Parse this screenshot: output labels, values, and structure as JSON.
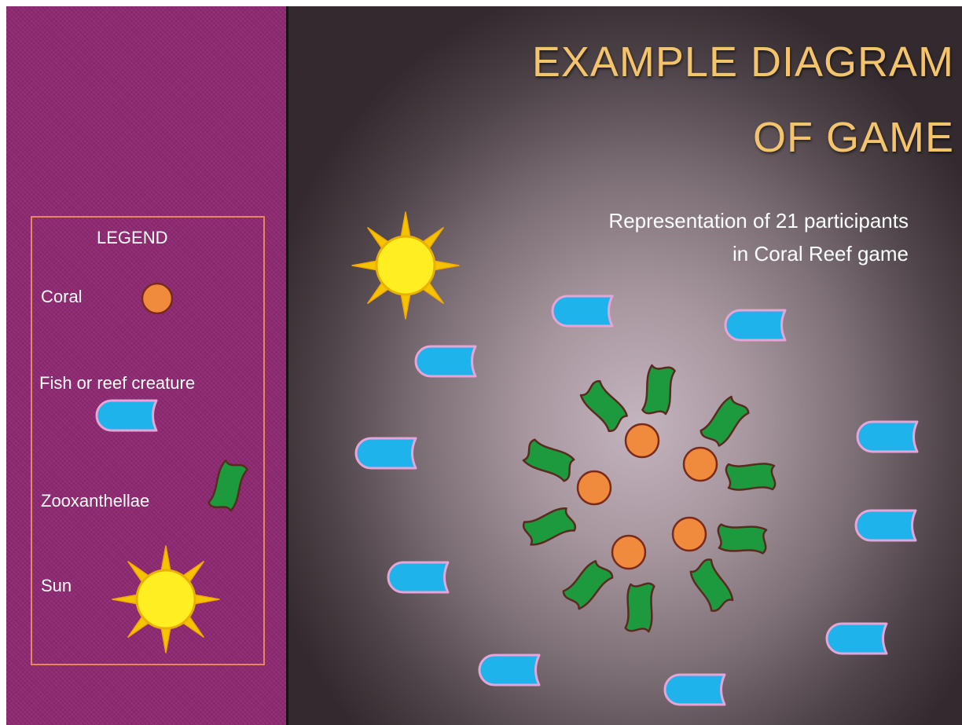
{
  "title": {
    "line1": "EXAMPLE DIAGRAM",
    "line2": "OF GAME"
  },
  "subtitle": {
    "line1": "Representation of 21 participants",
    "line2": "in Coral Reef game"
  },
  "legend": {
    "heading": "LEGEND",
    "items": [
      {
        "label": "Coral",
        "icon": "coral-icon"
      },
      {
        "label": "Fish or reef creature",
        "icon": "fish-icon"
      },
      {
        "label": "Zooxanthellae",
        "icon": "zooxanthellae-icon"
      },
      {
        "label": "Sun",
        "icon": "sun-icon"
      }
    ]
  },
  "colors": {
    "left_panel": "#8e2a72",
    "legend_border": "#e8875a",
    "title": "#f3c46c",
    "coral": "#f08a3c",
    "coral_outline": "#7a2a1a",
    "fish": "#1fb3ec",
    "fish_outline": "#e7a4d6",
    "zooxanthellae": "#1e9a3e",
    "zooxanthellae_outline": "#5a2a20",
    "sun": "#ffee22",
    "sun_rays": "#f5c400"
  }
}
